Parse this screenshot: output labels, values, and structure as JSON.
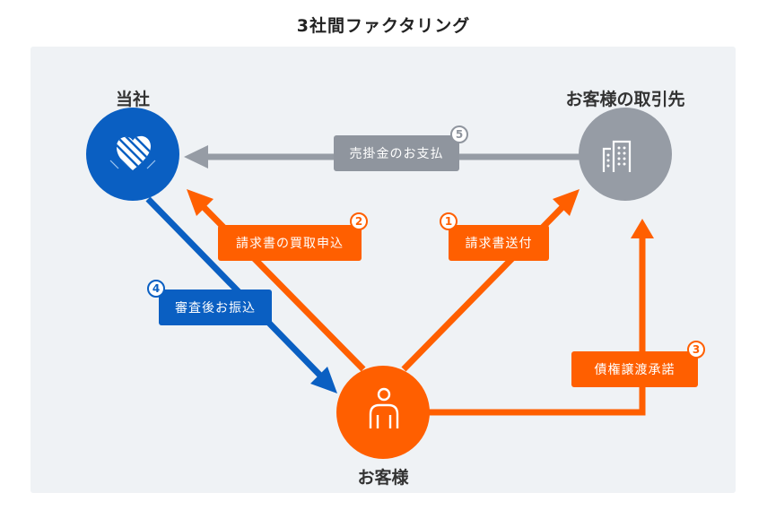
{
  "title": "3社間ファクタリング",
  "colors": {
    "panel_bg": "#eff2f5",
    "blue": "#0a5fc2",
    "orange": "#ff5f00",
    "gray": "#969ca5",
    "gray_box": "#8f959e",
    "text_dark": "#333333"
  },
  "nodes": {
    "company": {
      "label": "当社",
      "icon": "yarn-heart-logo-icon",
      "color": "#0a5fc2"
    },
    "partner": {
      "label": "お客様の取引先",
      "icon": "building-icon",
      "color": "#969ca5"
    },
    "customer": {
      "label": "お客様",
      "icon": "person-icon",
      "color": "#ff5f00"
    }
  },
  "steps": [
    {
      "number": "1",
      "label": "請求書送付",
      "from": "お客様",
      "to": "お客様の取引先",
      "color": "#ff5f00"
    },
    {
      "number": "2",
      "label": "請求書の買取申込",
      "from": "お客様",
      "to": "当社",
      "color": "#ff5f00"
    },
    {
      "number": "3",
      "label": "債権譲渡承諾",
      "from": "お客様",
      "to": "お客様の取引先",
      "color": "#ff5f00"
    },
    {
      "number": "4",
      "label": "審査後お振込",
      "from": "当社",
      "to": "お客様",
      "color": "#0a5fc2"
    },
    {
      "number": "5",
      "label": "売掛金のお支払",
      "from": "お客様の取引先",
      "to": "当社",
      "color": "#8f959e"
    }
  ]
}
